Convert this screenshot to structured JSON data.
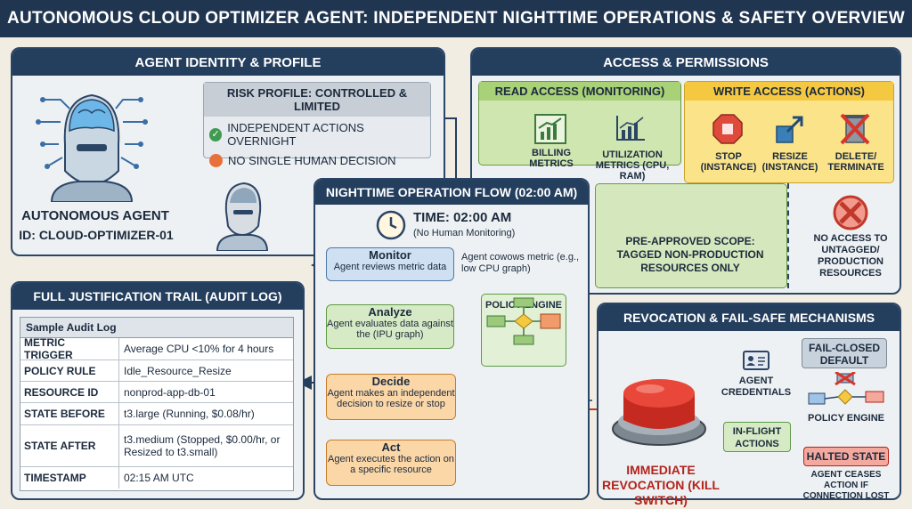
{
  "title": "AUTONOMOUS CLOUD OPTIMIZER AGENT: INDEPENDENT NIGHTTIME OPERATIONS & SAFETY OVERVIEW",
  "identity": {
    "title": "AGENT IDENTITY & PROFILE",
    "risk_title": "RISK PROFILE: CONTROLLED & LIMITED",
    "risk_items": [
      "INDEPENDENT ACTIONS OVERNIGHT",
      "NO SINGLE HUMAN DECISION"
    ],
    "agent_name": "AUTONOMOUS AGENT",
    "agent_id": "ID: CLOUD-OPTIMIZER-01"
  },
  "access": {
    "title": "ACCESS & PERMISSIONS",
    "read_title": "READ ACCESS (MONITORING)",
    "read_items": [
      "BILLING METRICS",
      "UTILIZATION METRICS (CPU, RAM)"
    ],
    "write_title": "WRITE ACCESS (ACTIONS)",
    "write_items": [
      "STOP (INSTANCE)",
      "RESIZE (INSTANCE)",
      "DELETE/ TERMINATE"
    ],
    "scope": "PRE-APPROVED SCOPE: TAGGED NON-PRODUCTION RESOURCES ONLY",
    "no_access": "NO ACCESS TO UNTAGGED/ PRODUCTION RESOURCES"
  },
  "flow": {
    "title": "NIGHTTIME OPERATION FLOW (02:00 AM)",
    "time": "TIME: 02:00 AM",
    "time_sub": "(No Human Monitoring)",
    "steps": [
      {
        "title": "Monitor",
        "desc": "Agent reviews metric data"
      },
      {
        "title": "Analyze",
        "desc": "Agent evaluates data against the (IPU graph)"
      },
      {
        "title": "Decide",
        "desc": "Agent makes an independent decision to resize or stop"
      },
      {
        "title": "Act",
        "desc": "Agent executes the action on a specific resource"
      }
    ],
    "monitor_note": "Agent cowows metric (e.g., low CPU graph)",
    "policy_engine": "POLICY ENGINE"
  },
  "audit": {
    "title": "FULL JUSTIFICATION TRAIL (AUDIT LOG)",
    "sample_title": "Sample Audit Log",
    "rows": [
      {
        "key": "METRIC TRIGGER",
        "value": "Average CPU <10% for 4 hours"
      },
      {
        "key": "POLICY RULE",
        "value": "Idle_Resource_Resize"
      },
      {
        "key": "RESOURCE ID",
        "value": "nonprod-app-db-01"
      },
      {
        "key": "STATE BEFORE",
        "value": "t3.large (Running, $0.08/hr)"
      },
      {
        "key": "STATE AFTER",
        "value": "t3.medium (Stopped, $0.00/hr, or Resized to t3.small)"
      },
      {
        "key": "TIMESTAMP",
        "value": "02:15 AM UTC"
      }
    ]
  },
  "revocation": {
    "title": "REVOCATION & FAIL-SAFE MECHANISMS",
    "kill_switch": "IMMEDIATE REVOCATION (KILL SWITCH)",
    "credentials": "AGENT CREDENTIALS",
    "inflight": "IN-FLIGHT ACTIONS",
    "fail_closed": "FAIL-CLOSED DEFAULT",
    "policy_engine": "POLICY ENGINE",
    "halted": "HALTED STATE",
    "halted_note": "AGENT CEASES ACTION IF CONNECTION LOST"
  },
  "colors": {
    "navy": "#243e5e",
    "read_green": "#cfe6b0",
    "write_yellow": "#fbe38a",
    "danger_red": "#d9342b",
    "step_blue": "#cfe0f2",
    "step_green": "#d6ebc5",
    "step_orange": "#fbd7a8"
  }
}
